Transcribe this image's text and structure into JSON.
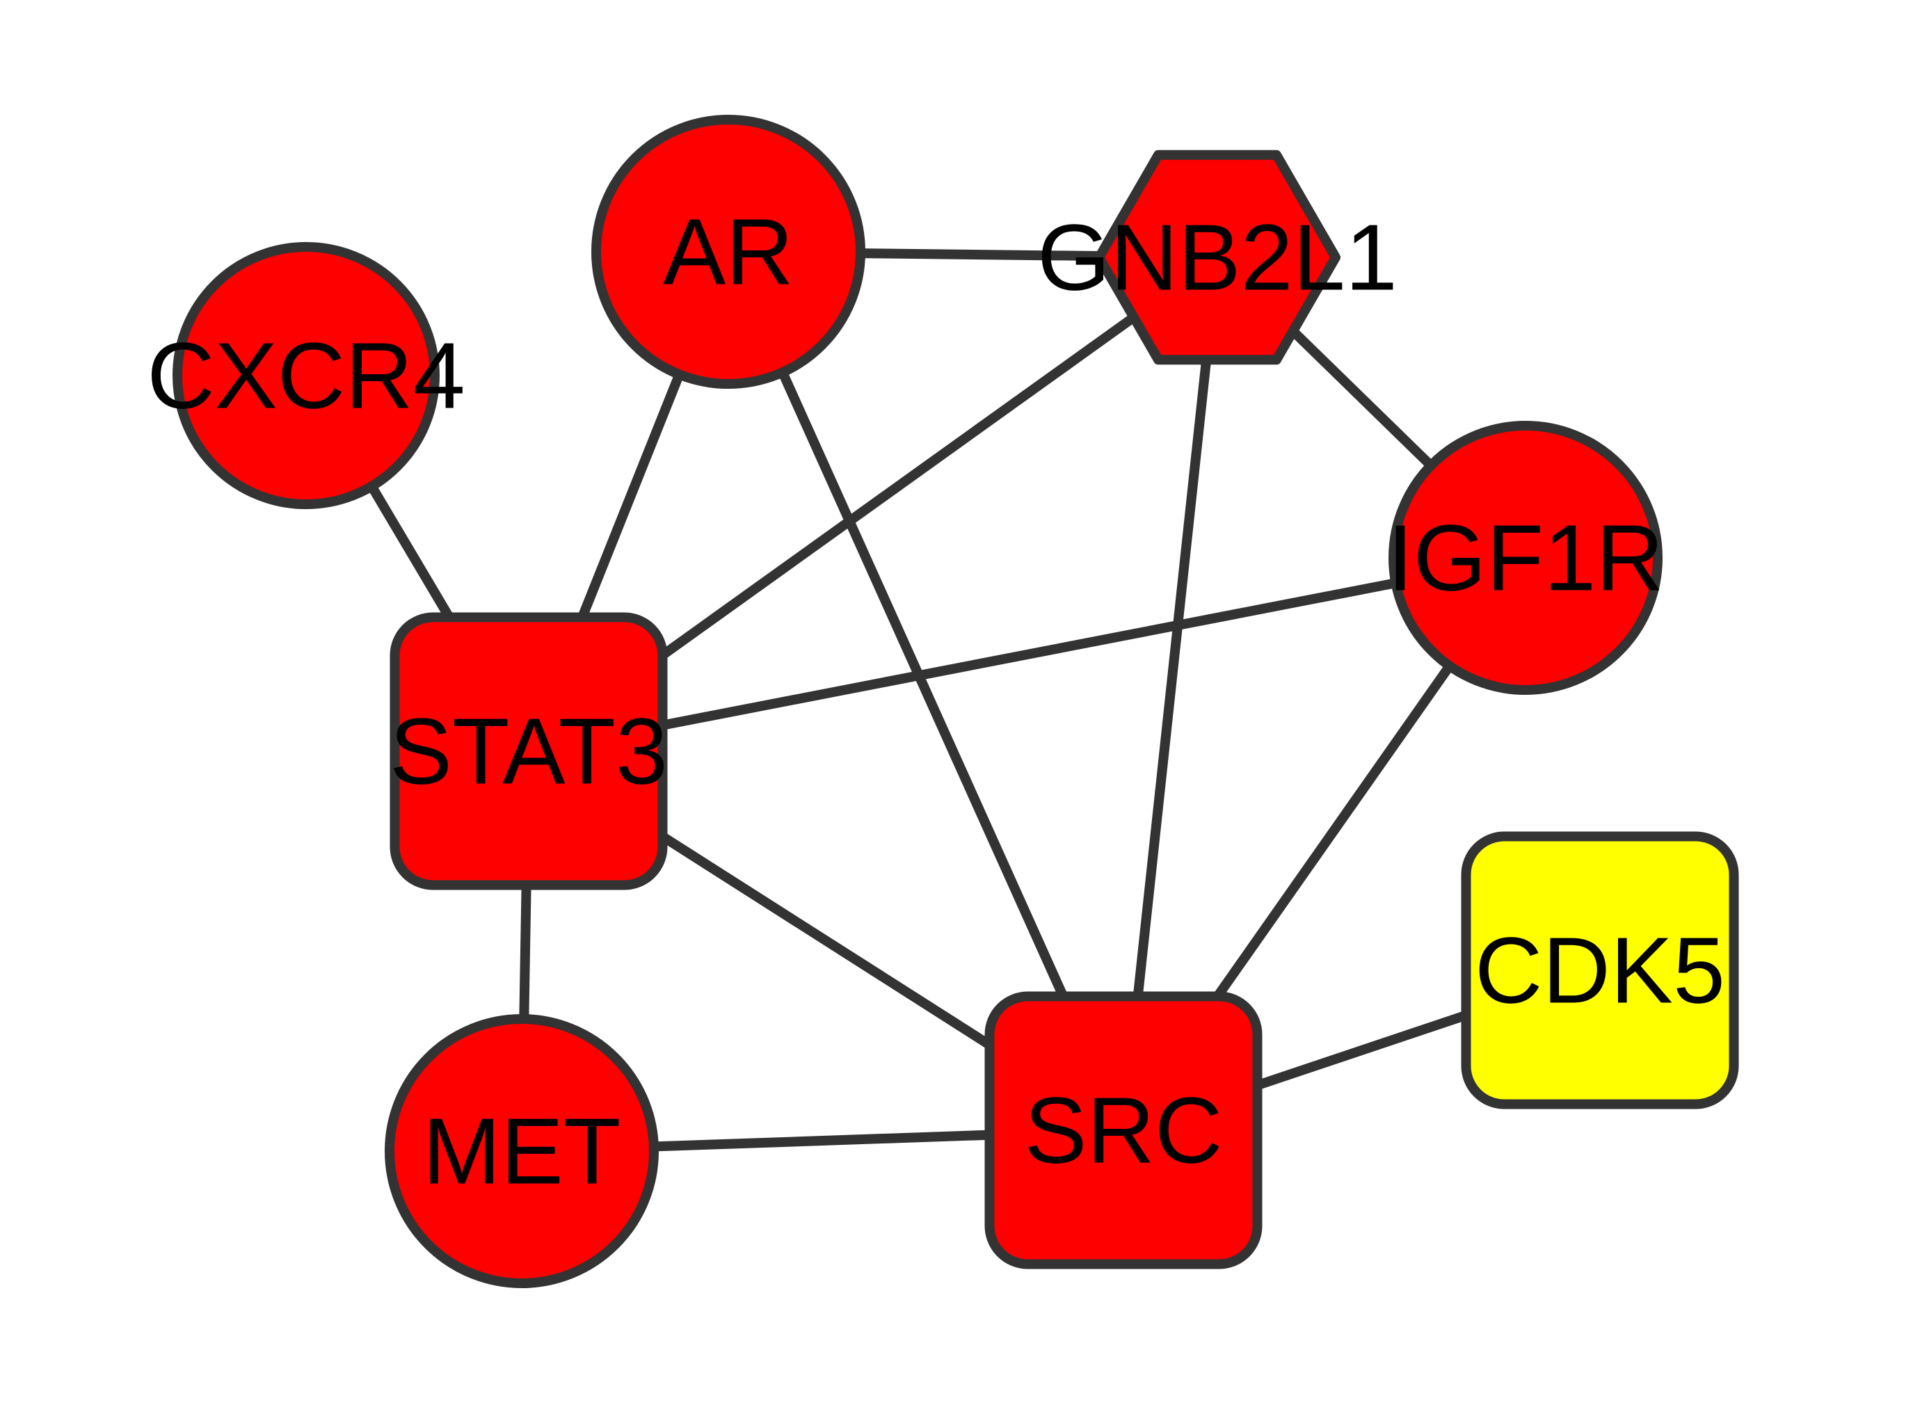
{
  "colors": {
    "edge": "#333333",
    "node_border": "#333333",
    "primary_node_fill": "#ff0000",
    "highlight_node_fill": "#ffff00",
    "label": "#000000",
    "background": "#ffffff"
  },
  "nodes": [
    {
      "id": "AR",
      "label": "AR",
      "shape": "circle",
      "fill": "#ff0000"
    },
    {
      "id": "GNB2L1",
      "label": "GNB2L1",
      "shape": "hexagon",
      "fill": "#ff0000"
    },
    {
      "id": "CXCR4",
      "label": "CXCR4",
      "shape": "circle",
      "fill": "#ff0000"
    },
    {
      "id": "IGF1R",
      "label": "IGF1R",
      "shape": "circle",
      "fill": "#ff0000"
    },
    {
      "id": "STAT3",
      "label": "STAT3",
      "shape": "rounded-square",
      "fill": "#ff0000"
    },
    {
      "id": "CDK5",
      "label": "CDK5",
      "shape": "rounded-square",
      "fill": "#ffff00"
    },
    {
      "id": "MET",
      "label": "MET",
      "shape": "circle",
      "fill": "#ff0000"
    },
    {
      "id": "SRC",
      "label": "SRC",
      "shape": "rounded-square",
      "fill": "#ff0000"
    }
  ],
  "edges": [
    {
      "source": "AR",
      "target": "GNB2L1"
    },
    {
      "source": "AR",
      "target": "STAT3"
    },
    {
      "source": "AR",
      "target": "SRC"
    },
    {
      "source": "CXCR4",
      "target": "STAT3"
    },
    {
      "source": "GNB2L1",
      "target": "STAT3"
    },
    {
      "source": "GNB2L1",
      "target": "IGF1R"
    },
    {
      "source": "GNB2L1",
      "target": "SRC"
    },
    {
      "source": "IGF1R",
      "target": "STAT3"
    },
    {
      "source": "IGF1R",
      "target": "SRC"
    },
    {
      "source": "STAT3",
      "target": "SRC"
    },
    {
      "source": "STAT3",
      "target": "MET"
    },
    {
      "source": "MET",
      "target": "SRC"
    },
    {
      "source": "SRC",
      "target": "CDK5"
    }
  ]
}
